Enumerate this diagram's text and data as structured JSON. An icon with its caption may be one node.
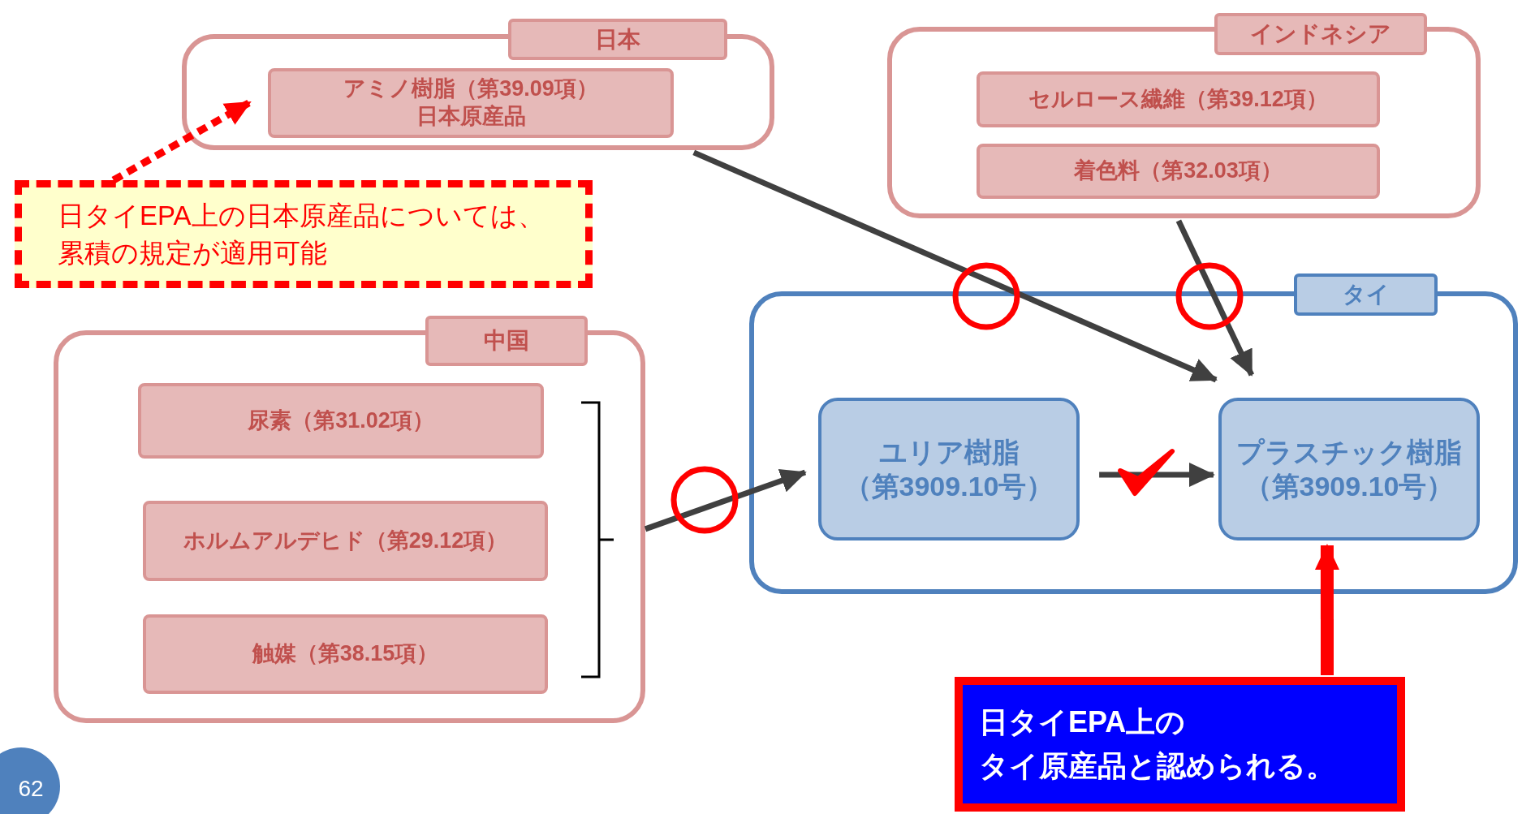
{
  "diagram": {
    "nodes": [
      {
        "text": [
          "日本"
        ]
      },
      {
        "text": [
          "アミノ樹脂（第39.09項）",
          "日本原産品"
        ],
        "in": 0
      },
      {
        "text": [
          "インドネシア"
        ]
      },
      {
        "text": [
          "セルロース繊維（第39.12項）"
        ],
        "in": 2
      },
      {
        "text": [
          "着色料（第32.03項）"
        ],
        "in": 2
      },
      {
        "text": [
          "日タイEPA上の日本原産品については、累積の規定が適用可能"
        ]
      },
      {
        "text": [
          "中国"
        ]
      },
      {
        "text": [
          "尿素（第31.02項）"
        ],
        "in": 6
      },
      {
        "text": [
          "ホルムアルデヒド（第29.12項）"
        ],
        "in": 6
      },
      {
        "text": [
          "触媒（第38.15項）"
        ],
        "in": 6
      },
      {
        "text": [
          "タイ"
        ]
      },
      {
        "text": [
          "ユリア樹脂",
          "（第3909.10号）"
        ],
        "in": 10
      },
      {
        "text": [
          "プラスチック樹脂",
          "（第3909.10号）"
        ],
        "in": 10
      },
      {
        "text": [
          "日タイEPA上の",
          "タイ原産品と認められる。"
        ]
      }
    ],
    "edges": [
      {
        "from": 5,
        "to": 1,
        "arrow": "to",
        "style": "dashed",
        "color": "#ff0000"
      },
      {
        "from": 0,
        "to": 12,
        "arrow": "to"
      },
      {
        "from": 2,
        "to": 12,
        "arrow": "to"
      },
      {
        "from": 6,
        "to": 11,
        "arrow": "to"
      },
      {
        "from": 11,
        "to": 12,
        "arrow": "to"
      },
      {
        "from": 13,
        "to": 12,
        "arrow": "to",
        "style": "thick",
        "color": "#ff0000"
      }
    ],
    "labels": [
      "62"
    ]
  }
}
